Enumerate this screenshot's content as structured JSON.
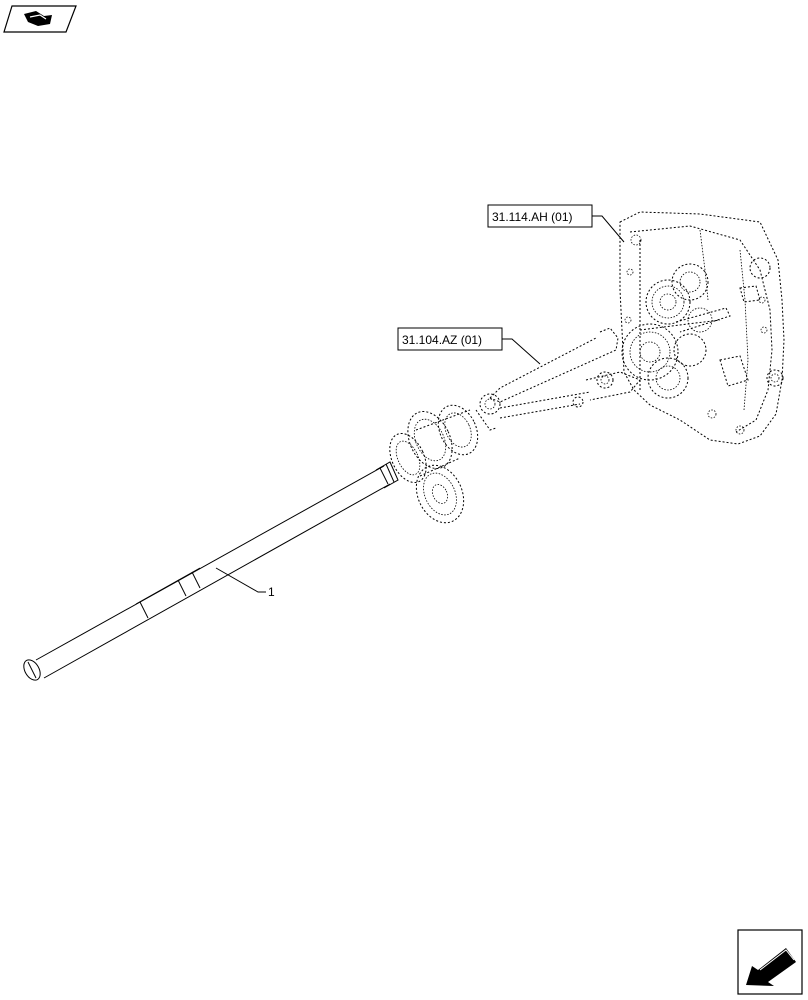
{
  "references": [
    {
      "id": "ref-31-114-ah",
      "label": "31.114.AH (01)"
    },
    {
      "id": "ref-31-104-az",
      "label": "31.104.AZ (01)"
    }
  ],
  "items": [
    {
      "id": "item-1",
      "label": "1",
      "part": "shaft"
    }
  ],
  "icons": {
    "top_left": "book-manual-icon",
    "bottom_right": "back-arrow-navigation-icon"
  },
  "colors": {
    "line": "#000000",
    "background": "#ffffff"
  }
}
